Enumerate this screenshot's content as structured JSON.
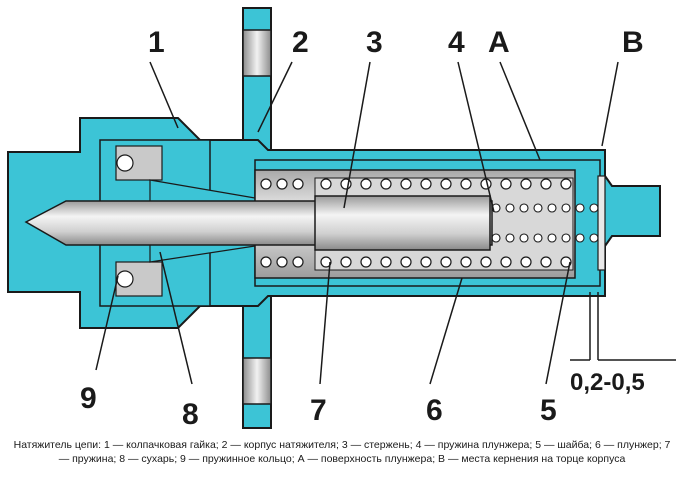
{
  "callouts": {
    "c1": "1",
    "c2": "2",
    "c3": "3",
    "c4": "4",
    "cA": "A",
    "cB": "B",
    "c9": "9",
    "c8": "8",
    "c7": "7",
    "c6": "6",
    "c5": "5"
  },
  "dimension": "0,2-0,5",
  "caption": "Натяжитель цепи: 1 — колпачковая гайка; 2 — корпус натяжителя; 3 — стержень; 4 — пружина плунжера; 5 — шайба; 6 — плунжер; 7 — пружина; 8 — сухарь; 9 — пружинное кольцо; А — поверхность плунжера; В — места кернения на торце корпуса",
  "colors": {
    "body": "#3cc4d6",
    "outline": "#1a1a1a",
    "metal_light": "#f2f2f2",
    "metal_mid": "#c9c9c9",
    "metal_dark": "#8d8d8d"
  }
}
